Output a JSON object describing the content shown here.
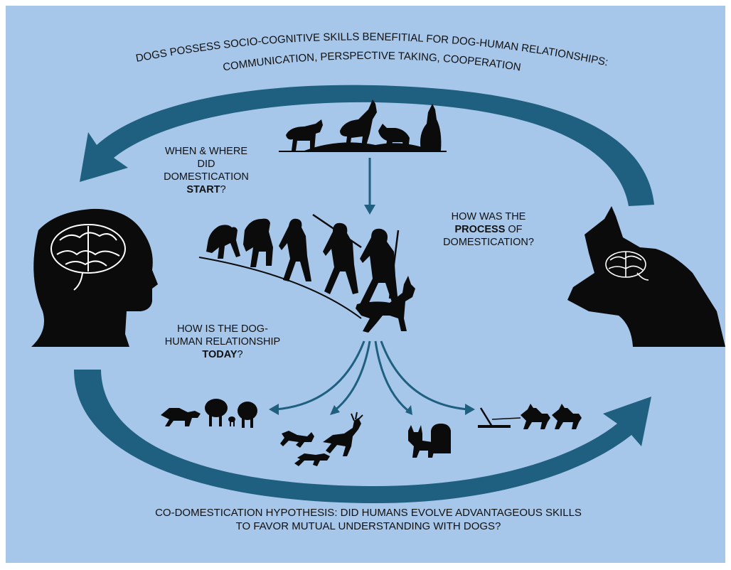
{
  "top_caption": {
    "line1": "DOGS POSSESS SOCIO-COGNITIVE SKILLS BENEFITIAL FOR DOG-HUMAN RELATIONSHIPS:",
    "line2": "COMMUNICATION, PERSPECTIVE TAKING, COOPERATION"
  },
  "bottom_caption": {
    "line1": "CO-DOMESTICATION HYPOTHESIS: DID HUMANS EVOLVE ADVANTAGEOUS SKILLS",
    "line2": "TO FAVOR MUTUAL UNDERSTANDING WITH DOGS?"
  },
  "question_start": {
    "line1": "WHEN & WHERE",
    "line2": "DID",
    "line3": "DOMESTICATION",
    "bold": "START",
    "tail": "?"
  },
  "question_process": {
    "line1": "HOW WAS THE",
    "bold": "PROCESS",
    "line2_tail": " OF",
    "line3": "DOMESTICATION?"
  },
  "question_today": {
    "line1": "HOW IS THE DOG-",
    "line2": "HUMAN RELATIONSHIP",
    "bold": "TODAY",
    "tail": "?"
  },
  "colors": {
    "background": "#a7c7ea",
    "arrow": "#1f5f7f",
    "silhouette": "#0b0b0b"
  }
}
